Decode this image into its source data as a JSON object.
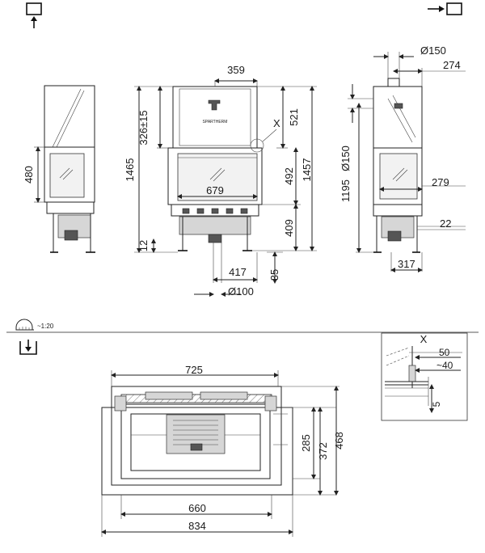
{
  "icons": {
    "top_left": "view-from-below-arrow-icon",
    "top_right": "view-from-side-arrow-icon",
    "scale": "scale-ruler-icon",
    "plan": "plan-view-icon"
  },
  "scale_label": "~1:20",
  "brand_label": "SPARTHERM",
  "detail_marker": "X",
  "front_view": {
    "dims": {
      "w_359": "359",
      "h_521": "521",
      "h_326": "326±15",
      "h_1465": "1465",
      "h_1457": "1457",
      "w_679": "679",
      "h_492": "492",
      "h_409": "409",
      "h_12": "12",
      "w_417": "417",
      "h_35": "35",
      "d_100": "Ø100"
    }
  },
  "left_view": {
    "dims": {
      "h_480": "480"
    }
  },
  "right_view": {
    "dims": {
      "d_150_top": "Ø150",
      "w_274": "274",
      "d_150_side": "Ø150",
      "h_1195": "1195",
      "w_279": "279",
      "h_22": "22",
      "w_317": "317"
    }
  },
  "plan_view": {
    "dims": {
      "w_725": "725",
      "w_660": "660",
      "w_834": "834",
      "h_285": "285",
      "h_372": "372",
      "h_468": "468"
    }
  },
  "detail_view": {
    "dims": {
      "v_50": "50",
      "v_40": "~40",
      "v_5": "5"
    }
  }
}
